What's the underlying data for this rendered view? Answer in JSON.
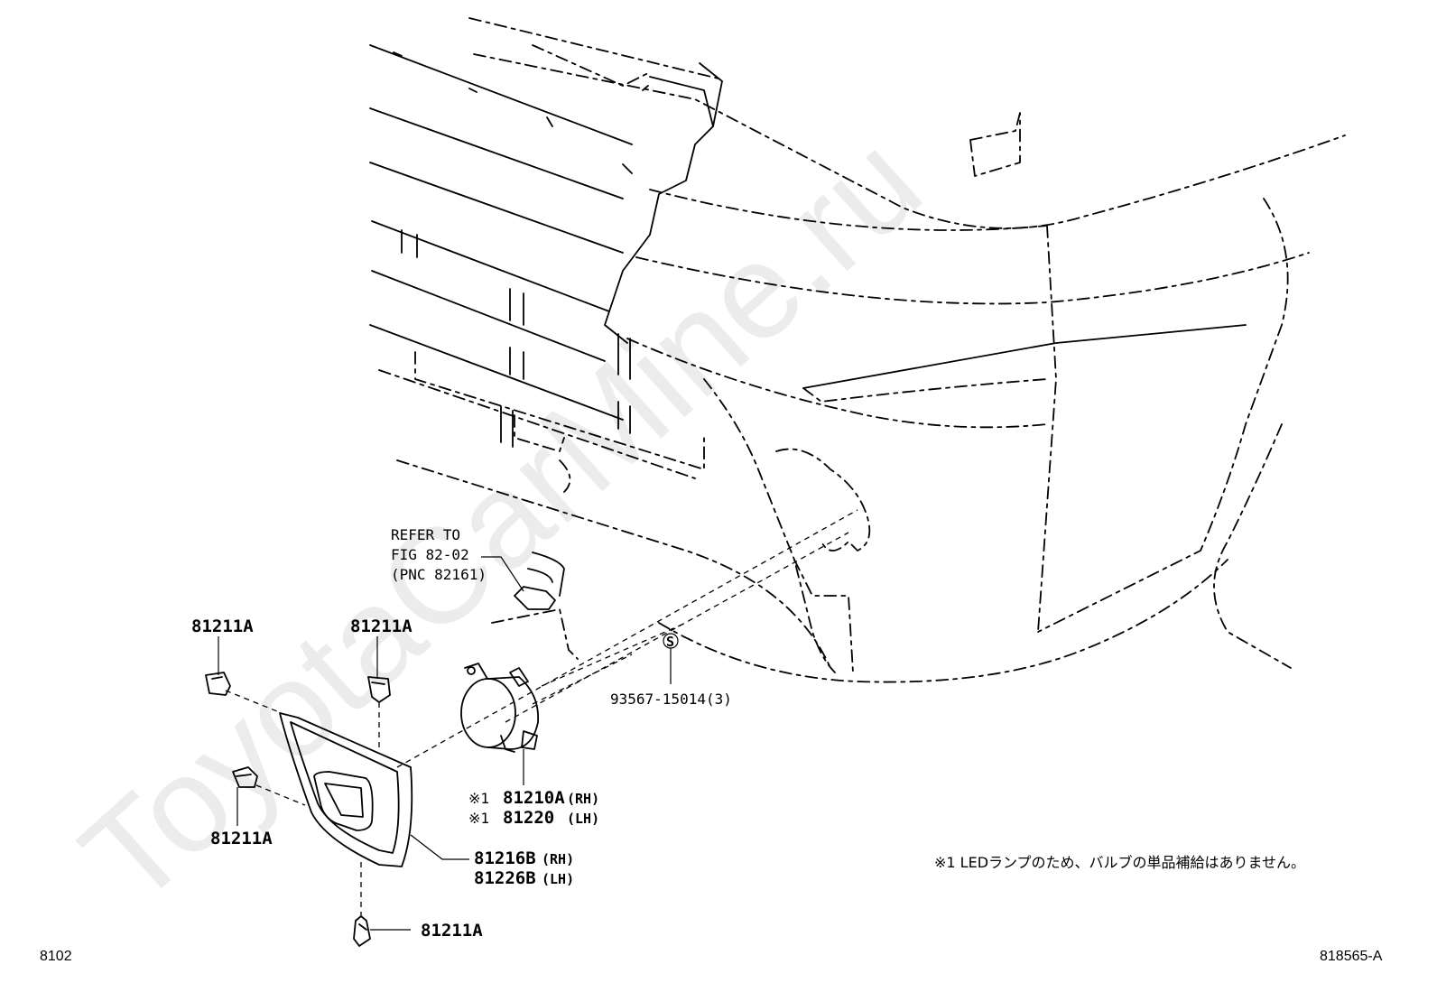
{
  "watermark": "ToyotaCarMine.ru",
  "refer": {
    "line1": "REFER TO",
    "line2": "FIG 82-02",
    "line3": "(PNC 82161)"
  },
  "callouts": {
    "clip_top_left": "81211A",
    "clip_top_mid": "81211A",
    "clip_mid_left": "81211A",
    "clip_bottom": "81211A",
    "screw": "93567-15014(3)",
    "screw_symbol": "S",
    "lamp_rh_mark": "※1",
    "lamp_rh_part": "81210A",
    "lamp_rh_side": "(RH)",
    "lamp_lh_mark": "※1",
    "lamp_lh_part": "81220",
    "lamp_lh_side": "(LH)",
    "cover_rh_part": "81216B",
    "cover_rh_side": "(RH)",
    "cover_lh_part": "81226B",
    "cover_lh_side": "(LH)"
  },
  "note": "※1 LEDランプのため、バルブの単品補給はありません。",
  "footer": {
    "page_code": "8102",
    "figure_code": "818565-A"
  }
}
